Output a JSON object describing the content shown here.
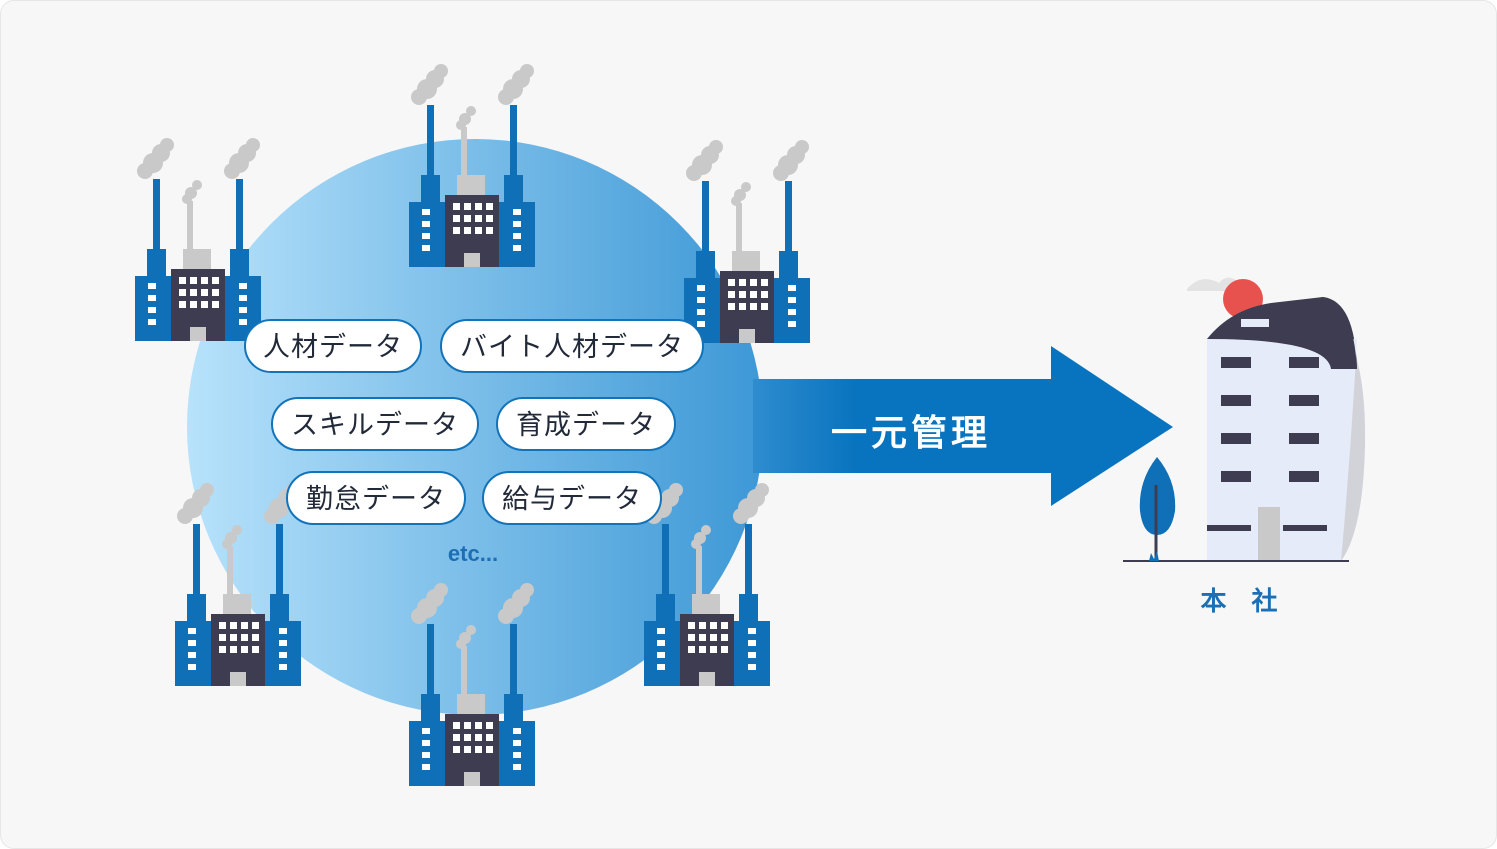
{
  "data_items": [
    "人材データ",
    "バイト人材データ",
    "スキルデータ",
    "育成データ",
    "勤怠データ",
    "給与データ"
  ],
  "etc_label": "etc...",
  "arrow_label": "一元管理",
  "hq_label": "本 社",
  "colors": {
    "background": "#f7f7f7",
    "circle_light": "#b7e2fb",
    "circle_dark": "#3d98d6",
    "arrow": "#0873be",
    "factory_blue": "#0f6fb7",
    "factory_dark": "#3d3c51",
    "smoke": "#c9c9c9",
    "hq_wall": "#e6ebf9",
    "hq_roof": "#3d3c51",
    "hq_sun": "#e8524e",
    "text_dark": "#222a3a"
  },
  "icons": {
    "factory": "factory-icon",
    "headquarters": "office-building-icon",
    "tree": "tree-icon",
    "arrow": "right-arrow-icon"
  }
}
